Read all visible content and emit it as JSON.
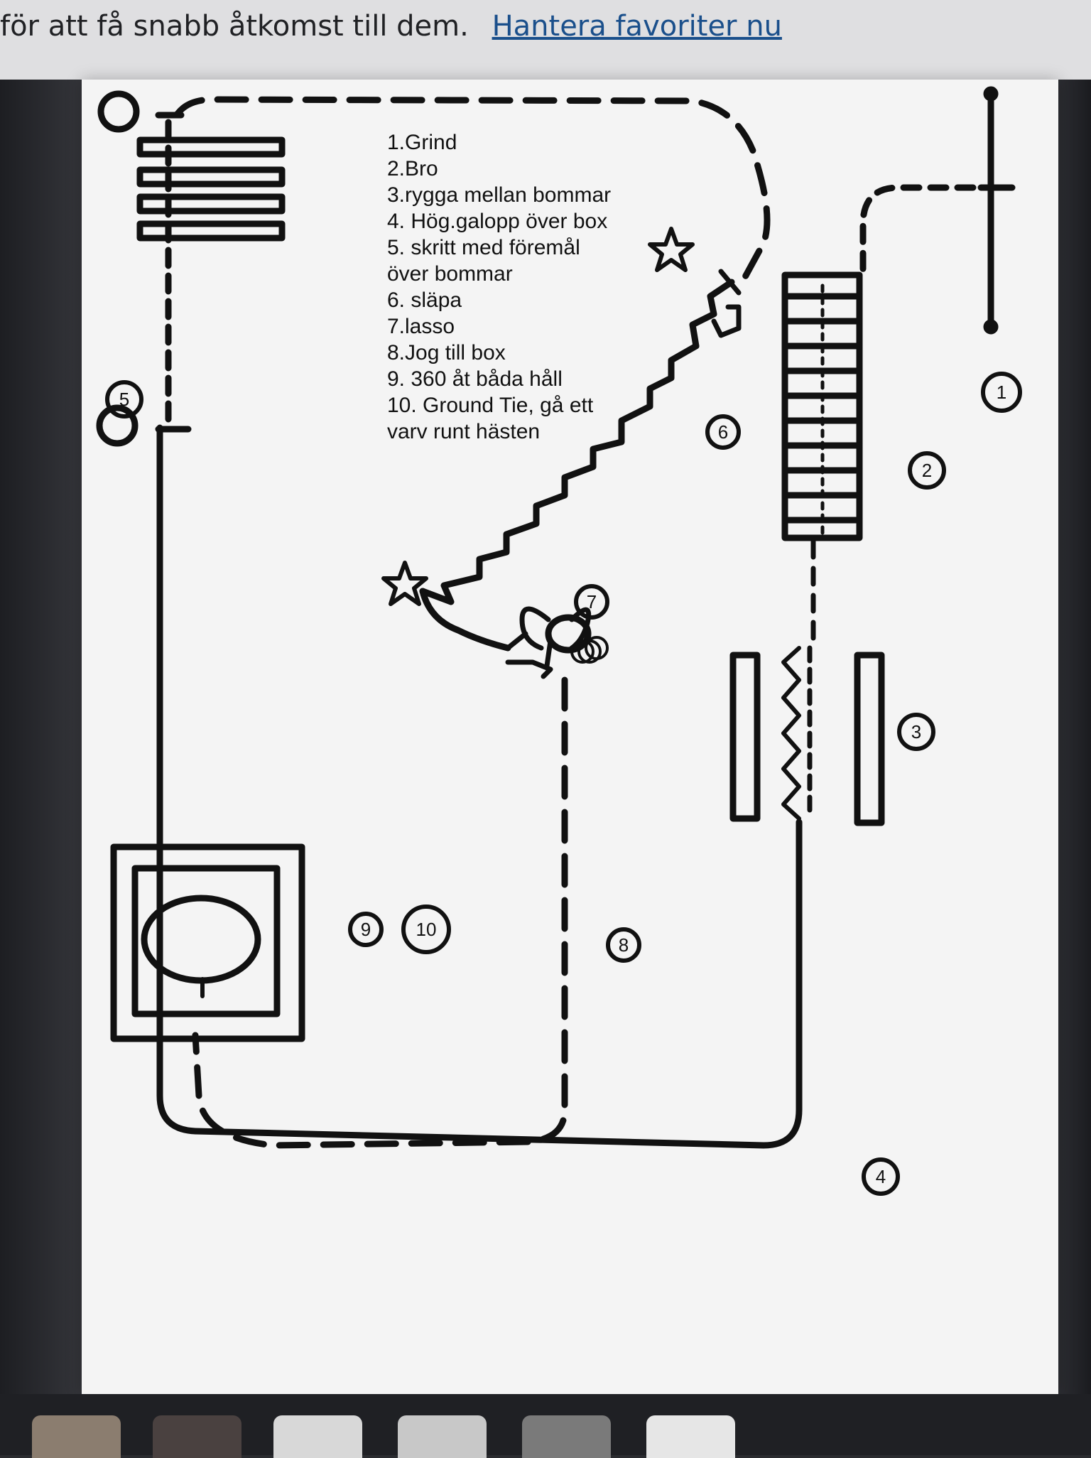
{
  "browser_bar": {
    "message": "för att få snabb åtkomst till dem.",
    "link": "Hantera favoriter nu"
  },
  "course": {
    "legend": [
      "1.Grind",
      "2.Bro",
      "3.rygga mellan bommar",
      "4. Hög.galopp över box",
      "5. skritt med föremål",
      "över bommar",
      "6. släpa",
      "7.lasso",
      "8.Jog till box",
      "9. 360 åt båda håll",
      "10. Ground Tie, gå ett",
      "varv runt hästen"
    ],
    "markers": {
      "m1": "1",
      "m2": "2",
      "m3": "3",
      "m4": "4",
      "m5": "5",
      "m6": "6",
      "m7": "7",
      "m8": "8",
      "m9": "9",
      "m10": "10"
    }
  }
}
